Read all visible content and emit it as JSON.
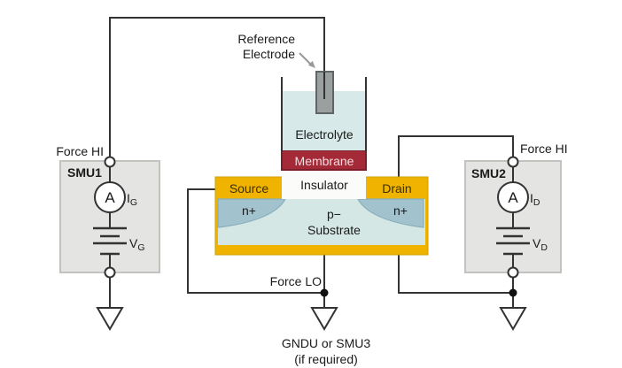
{
  "colors": {
    "wire": "#333333",
    "smu_fill": "#e4e4e2",
    "electrolyte_fill": "#d7e9e8",
    "membrane_fill": "#a52a38",
    "insulator_fill": "#fbfbf9",
    "metal_yellow": "#f0b400",
    "substrate_fill": "#d5e7e4",
    "n_plus_fill": "#a2c3cd",
    "electrode_fill": "#9aa0a0"
  },
  "annotations": {
    "reference_electrode_line1": "Reference",
    "reference_electrode_line2": "Electrode",
    "force_hi_left": "Force HI",
    "force_hi_right": "Force HI",
    "force_lo": "Force LO",
    "gndu_line1": "GNDU or SMU3",
    "gndu_line2": "(if required)"
  },
  "smu1": {
    "name": "SMU1",
    "ammeter": "A",
    "current": {
      "base": "I",
      "sub": "G"
    },
    "voltage": {
      "base": "V",
      "sub": "G"
    }
  },
  "smu2": {
    "name": "SMU2",
    "ammeter": "A",
    "current": {
      "base": "I",
      "sub": "D"
    },
    "voltage": {
      "base": "V",
      "sub": "D"
    }
  },
  "device": {
    "electrolyte": "Electrolyte",
    "membrane": "Membrane",
    "insulator": "Insulator",
    "source": "Source",
    "drain": "Drain",
    "n_plus_left": "n+",
    "n_plus_right": "n+",
    "substrate_line1": "p−",
    "substrate_line2": "Substrate"
  }
}
